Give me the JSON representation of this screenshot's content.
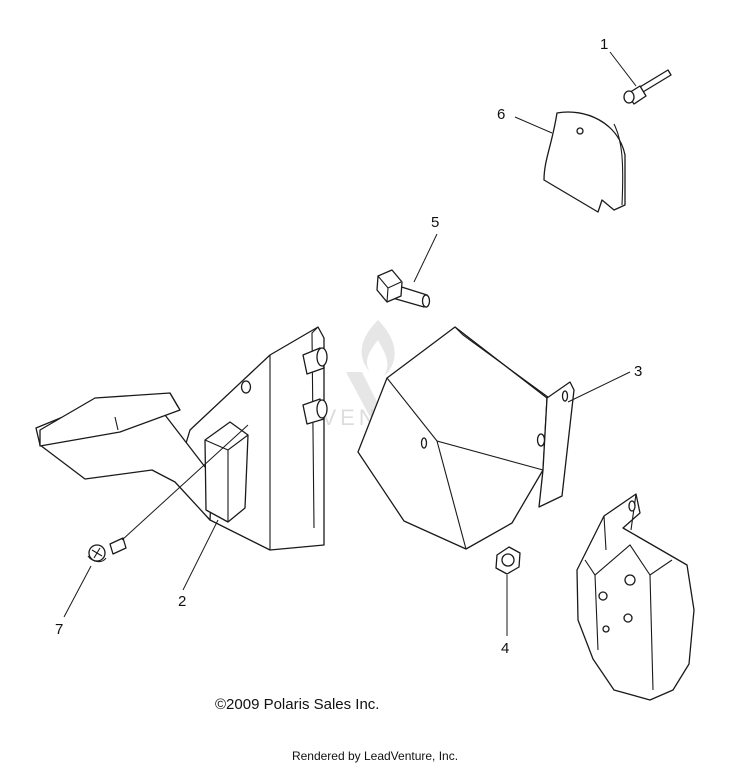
{
  "watermark": {
    "text": "LEADVENTURE"
  },
  "callouts": [
    {
      "id": "1",
      "label": "1"
    },
    {
      "id": "2",
      "label": "2"
    },
    {
      "id": "3",
      "label": "3"
    },
    {
      "id": "4",
      "label": "4"
    },
    {
      "id": "5",
      "label": "5"
    },
    {
      "id": "6",
      "label": "6"
    },
    {
      "id": "7",
      "label": "7"
    }
  ],
  "footer": {
    "copyright": "©2009 Polaris Sales Inc.",
    "rendered_by": "Rendered by LeadVenture, Inc."
  }
}
